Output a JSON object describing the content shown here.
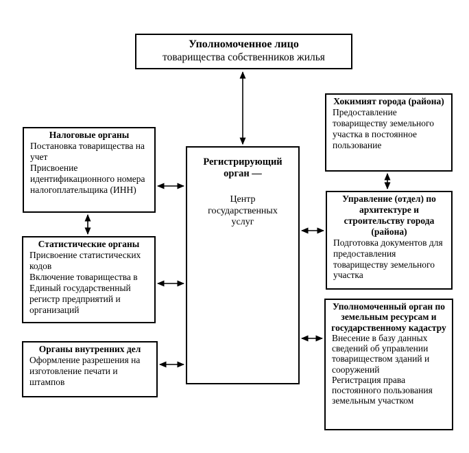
{
  "colors": {
    "background": "#ffffff",
    "border": "#000000",
    "text": "#000000"
  },
  "boxes": {
    "authorized": {
      "title": "Уполномоченное лицо",
      "subtitle": "товарищества собственников жилья"
    },
    "registering": {
      "title": "Регистрирующий орган —",
      "body": "Центр государственных услуг"
    },
    "tax": {
      "title": "Налоговые органы",
      "lines": [
        "Постановка товарищества на учет",
        "Присвоение идентификационного номера налогоплательщика (ИНН)"
      ]
    },
    "statistics": {
      "title": "Статистические органы",
      "lines": [
        "Присвоение статистических кодов",
        "Включение товарищества в Единый государственный регистр предприятий и организаций"
      ]
    },
    "internal_affairs": {
      "title": "Органы внутренних дел",
      "lines": [
        "Оформление разрешения на изготовление печати и штампов"
      ]
    },
    "khokimiyat": {
      "title": "Хокимият города (района)",
      "lines": [
        "Предоставление товариществу земельного участка в постоянное пользование"
      ]
    },
    "architecture": {
      "title": "Управление (отдел) по архитектуре и строительству города (района)",
      "lines": [
        "Подготовка документов для предоставления товариществу земельного участка"
      ]
    },
    "land_resources": {
      "title": "Уполномоченный орган по земельным ресурсам и государственному кадастру",
      "lines": [
        "Внесение в базу данных сведений об управлении товариществом зданий и сооружений",
        "Регистрация права постоянного пользования земельным участком"
      ]
    }
  },
  "connections": [
    {
      "from": "authorized",
      "to": "registering",
      "direction": "both"
    },
    {
      "from": "tax",
      "to": "registering",
      "direction": "both"
    },
    {
      "from": "tax",
      "to": "statistics",
      "direction": "both"
    },
    {
      "from": "statistics",
      "to": "registering",
      "direction": "both"
    },
    {
      "from": "internal_affairs",
      "to": "registering",
      "direction": "both"
    },
    {
      "from": "khokimiyat",
      "to": "architecture",
      "direction": "both"
    },
    {
      "from": "registering",
      "to": "architecture",
      "direction": "both"
    },
    {
      "from": "registering",
      "to": "land_resources",
      "direction": "both"
    }
  ]
}
